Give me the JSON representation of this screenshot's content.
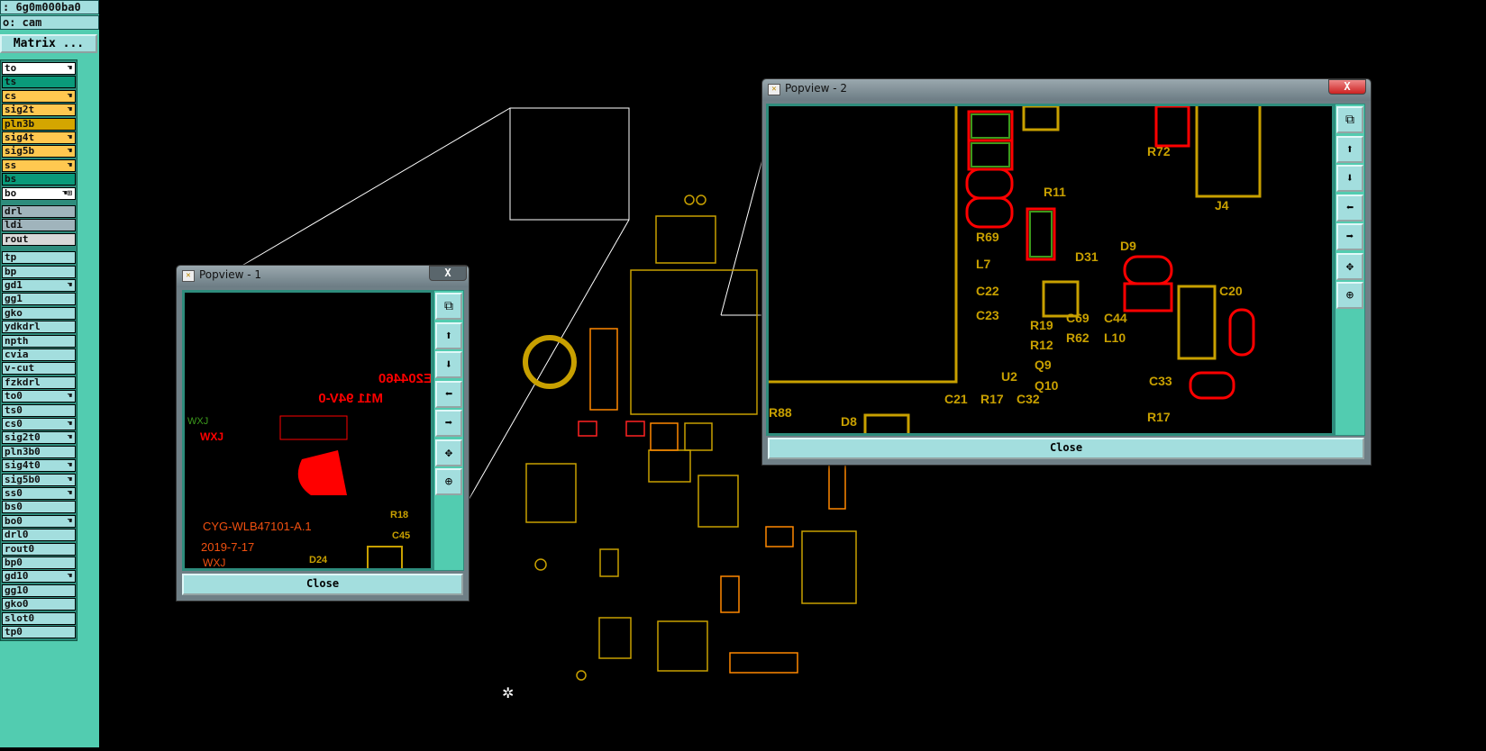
{
  "header": {
    "job": ": 6g0m000ba0",
    "step": "o: cam",
    "matrix_button": "Matrix ..."
  },
  "layers": [
    {
      "name": "to",
      "color": "#ffffff",
      "arrow": true
    },
    {
      "name": "ts",
      "color": "#0a9a7a",
      "arrow": false
    },
    {
      "name": "cs",
      "color": "#ffc850",
      "arrow": true
    },
    {
      "name": "sig2t",
      "color": "#ffc850",
      "arrow": true
    },
    {
      "name": "pln3b",
      "color": "#d4a600",
      "arrow": false
    },
    {
      "name": "sig4t",
      "color": "#ffc850",
      "arrow": true
    },
    {
      "name": "sig5b",
      "color": "#ffc850",
      "arrow": true
    },
    {
      "name": "ss",
      "color": "#ffc850",
      "arrow": true
    },
    {
      "name": "bs",
      "color": "#0a9a7a",
      "arrow": false
    },
    {
      "name": "bo",
      "color": "#ffffff",
      "arrow": true,
      "grid": true
    },
    {
      "gap": true
    },
    {
      "name": "drl",
      "color": "#a0b4bc",
      "arrow": false
    },
    {
      "name": "ldi",
      "color": "#a0b4bc",
      "arrow": false
    },
    {
      "name": "rout",
      "color": "#d8d8d8",
      "arrow": false
    },
    {
      "gap": true
    },
    {
      "name": "tp",
      "color": "#a3dede"
    },
    {
      "name": "bp",
      "color": "#a3dede"
    },
    {
      "name": "gd1",
      "color": "#a3dede",
      "arrow": true
    },
    {
      "name": "gg1",
      "color": "#a3dede"
    },
    {
      "name": "gko",
      "color": "#a3dede"
    },
    {
      "name": "ydkdrl",
      "color": "#a3dede"
    },
    {
      "name": "npth",
      "color": "#a3dede"
    },
    {
      "name": "cvia",
      "color": "#a3dede"
    },
    {
      "name": "v-cut",
      "color": "#a3dede"
    },
    {
      "name": "fzkdrl",
      "color": "#a3dede"
    },
    {
      "name": "to0",
      "color": "#a3dede",
      "arrow": true
    },
    {
      "name": "ts0",
      "color": "#a3dede"
    },
    {
      "name": "cs0",
      "color": "#a3dede",
      "arrow": true
    },
    {
      "name": "sig2t0",
      "color": "#a3dede",
      "arrow": true
    },
    {
      "name": "pln3b0",
      "color": "#a3dede"
    },
    {
      "name": "sig4t0",
      "color": "#a3dede",
      "arrow": true
    },
    {
      "name": "sig5b0",
      "color": "#a3dede",
      "arrow": true
    },
    {
      "name": "ss0",
      "color": "#a3dede",
      "arrow": true
    },
    {
      "name": "bs0",
      "color": "#a3dede"
    },
    {
      "name": "bo0",
      "color": "#a3dede",
      "arrow": true
    },
    {
      "name": "drl0",
      "color": "#a3dede"
    },
    {
      "name": "rout0",
      "color": "#a3dede"
    },
    {
      "name": "bp0",
      "color": "#a3dede"
    },
    {
      "name": "gd10",
      "color": "#a3dede",
      "arrow": true
    },
    {
      "name": "gg10",
      "color": "#a3dede"
    },
    {
      "name": "gko0",
      "color": "#a3dede"
    },
    {
      "name": "slot0",
      "color": "#a3dede"
    },
    {
      "name": "tp0",
      "color": "#a3dede"
    }
  ],
  "popview1": {
    "title": "Popview - 1",
    "close": "Close",
    "close_x": "X",
    "silk": {
      "ul": "E204460",
      "rating": "M11 94V-0",
      "wxj_green": "WXJ",
      "wxj_red": "WXJ",
      "part": "CYG-WLB47101-A.1",
      "date": "2019-7-17",
      "wxj2": "WXJ",
      "r": "R18",
      "c": "C45",
      "d": "D24"
    }
  },
  "popview2": {
    "title": "Popview - 2",
    "close": "Close",
    "close_x": "X",
    "labels": [
      "R69",
      "L7",
      "C22",
      "C23",
      "R11",
      "D31",
      "R19",
      "R12",
      "C69",
      "R62",
      "C44",
      "L10",
      "D9",
      "C20",
      "R72",
      "J4",
      "C33",
      "U2",
      "Q9",
      "Q10",
      "C21",
      "R17",
      "C32",
      "R17",
      "D8",
      "R88"
    ]
  },
  "toolbar_icons": [
    "zoom-fit-icon",
    "pan-up-icon",
    "pan-down-icon",
    "pan-left-icon",
    "pan-right-icon",
    "zoom-in-icon",
    "zoom-out-icon"
  ],
  "colors": {
    "panel": "#52ccb0",
    "button": "#a3dede",
    "silk": "#c8a000",
    "pad_red": "#ff1a1a",
    "pad_green": "#3c9a1c"
  }
}
